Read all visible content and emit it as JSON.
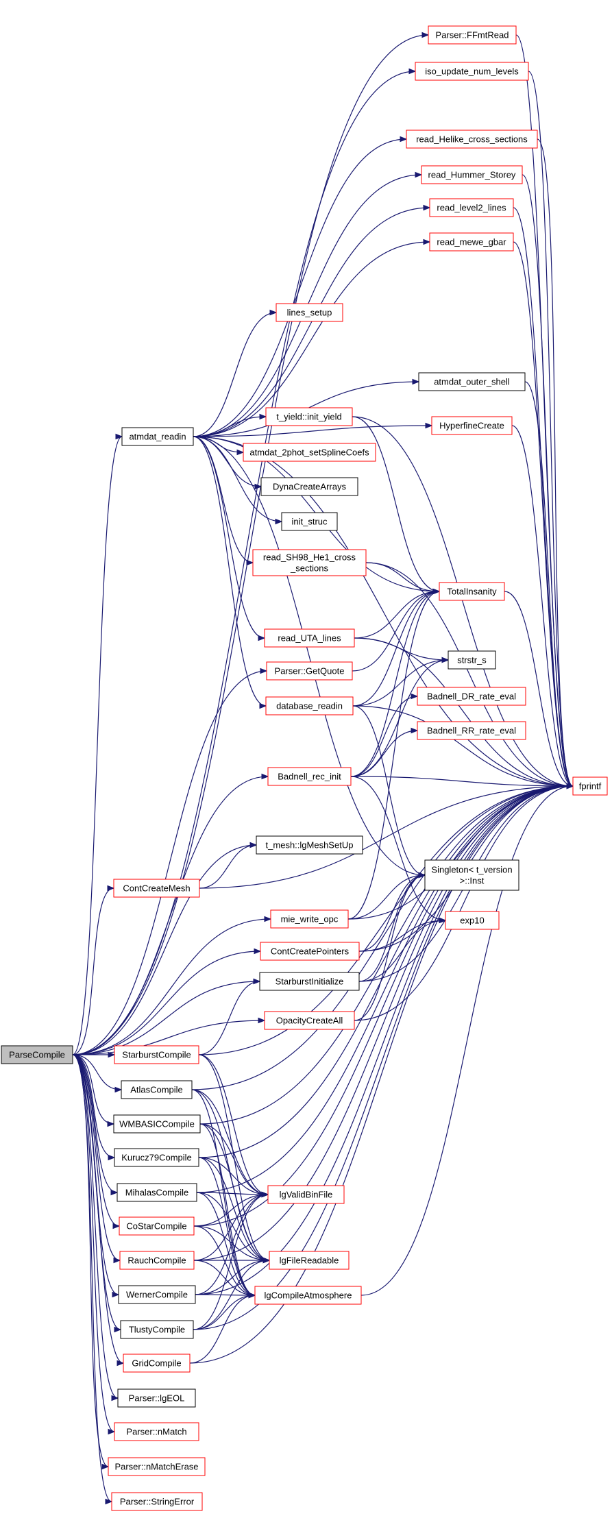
{
  "colors": {
    "edge": "#191970",
    "border_red": "#ff0000",
    "border_black": "#000000",
    "root_fill": "#bfbfbf",
    "node_fill": "#ffffff"
  },
  "nodes": [
    {
      "id": "ParseCompile",
      "lines": [
        "ParseCompile"
      ],
      "border": "black",
      "root": true
    },
    {
      "id": "atmdat_readin",
      "lines": [
        "atmdat_readin"
      ],
      "border": "black"
    },
    {
      "id": "FFmtRead",
      "lines": [
        "Parser::FFmtRead"
      ],
      "border": "red"
    },
    {
      "id": "iso_update_num_levels",
      "lines": [
        "iso_update_num_levels"
      ],
      "border": "red"
    },
    {
      "id": "read_Helike",
      "lines": [
        "read_Helike_cross_sections"
      ],
      "border": "red"
    },
    {
      "id": "read_Hummer",
      "lines": [
        "read_Hummer_Storey"
      ],
      "border": "red"
    },
    {
      "id": "read_level2",
      "lines": [
        "read_level2_lines"
      ],
      "border": "red"
    },
    {
      "id": "read_mewe",
      "lines": [
        "read_mewe_gbar"
      ],
      "border": "red"
    },
    {
      "id": "lines_setup",
      "lines": [
        "lines_setup"
      ],
      "border": "red"
    },
    {
      "id": "atmdat_outer_shell",
      "lines": [
        "atmdat_outer_shell"
      ],
      "border": "black"
    },
    {
      "id": "HyperfineCreate",
      "lines": [
        "HyperfineCreate"
      ],
      "border": "red"
    },
    {
      "id": "init_yield",
      "lines": [
        "t_yield::init_yield"
      ],
      "border": "red"
    },
    {
      "id": "atmdat_2phot",
      "lines": [
        "atmdat_2phot_setSplineCoefs"
      ],
      "border": "red"
    },
    {
      "id": "DynaCreateArrays",
      "lines": [
        "DynaCreateArrays"
      ],
      "border": "black"
    },
    {
      "id": "init_struc",
      "lines": [
        "init_struc"
      ],
      "border": "black"
    },
    {
      "id": "read_SH98",
      "lines": [
        "read_SH98_He1_cross",
        "_sections"
      ],
      "border": "red"
    },
    {
      "id": "TotalInsanity",
      "lines": [
        "TotalInsanity"
      ],
      "border": "red"
    },
    {
      "id": "read_UTA",
      "lines": [
        "read_UTA_lines"
      ],
      "border": "red"
    },
    {
      "id": "strstr_s",
      "lines": [
        "strstr_s"
      ],
      "border": "black"
    },
    {
      "id": "GetQuote",
      "lines": [
        "Parser::GetQuote"
      ],
      "border": "red"
    },
    {
      "id": "database_readin",
      "lines": [
        "database_readin"
      ],
      "border": "red"
    },
    {
      "id": "Badnell_DR",
      "lines": [
        "Badnell_DR_rate_eval"
      ],
      "border": "red"
    },
    {
      "id": "Badnell_RR",
      "lines": [
        "Badnell_RR_rate_eval"
      ],
      "border": "red"
    },
    {
      "id": "Badnell_rec_init",
      "lines": [
        "Badnell_rec_init"
      ],
      "border": "red"
    },
    {
      "id": "fprintf",
      "lines": [
        "fprintf"
      ],
      "border": "red"
    },
    {
      "id": "lgMeshSetUp",
      "lines": [
        "t_mesh::lgMeshSetUp"
      ],
      "border": "black"
    },
    {
      "id": "ContCreateMesh",
      "lines": [
        "ContCreateMesh"
      ],
      "border": "red"
    },
    {
      "id": "Singleton",
      "lines": [
        "Singleton< t_version",
        ">::Inst"
      ],
      "border": "black"
    },
    {
      "id": "mie_write_opc",
      "lines": [
        "mie_write_opc"
      ],
      "border": "red"
    },
    {
      "id": "exp10",
      "lines": [
        "exp10"
      ],
      "border": "red"
    },
    {
      "id": "ContCreatePointers",
      "lines": [
        "ContCreatePointers"
      ],
      "border": "red"
    },
    {
      "id": "StarburstInitialize",
      "lines": [
        "StarburstInitialize"
      ],
      "border": "black"
    },
    {
      "id": "OpacityCreateAll",
      "lines": [
        "OpacityCreateAll"
      ],
      "border": "red"
    },
    {
      "id": "StarburstCompile",
      "lines": [
        "StarburstCompile"
      ],
      "border": "red"
    },
    {
      "id": "AtlasCompile",
      "lines": [
        "AtlasCompile"
      ],
      "border": "black"
    },
    {
      "id": "WMBASICCompile",
      "lines": [
        "WMBASICCompile"
      ],
      "border": "black"
    },
    {
      "id": "Kurucz79Compile",
      "lines": [
        "Kurucz79Compile"
      ],
      "border": "black"
    },
    {
      "id": "MihalasCompile",
      "lines": [
        "MihalasCompile"
      ],
      "border": "black"
    },
    {
      "id": "lgValidBinFile",
      "lines": [
        "lgValidBinFile"
      ],
      "border": "red"
    },
    {
      "id": "CoStarCompile",
      "lines": [
        "CoStarCompile"
      ],
      "border": "red"
    },
    {
      "id": "RauchCompile",
      "lines": [
        "RauchCompile"
      ],
      "border": "red"
    },
    {
      "id": "lgFileReadable",
      "lines": [
        "lgFileReadable"
      ],
      "border": "red"
    },
    {
      "id": "WernerCompile",
      "lines": [
        "WernerCompile"
      ],
      "border": "black"
    },
    {
      "id": "lgCompileAtmosphere",
      "lines": [
        "lgCompileAtmosphere"
      ],
      "border": "red"
    },
    {
      "id": "TlustyCompile",
      "lines": [
        "TlustyCompile"
      ],
      "border": "black"
    },
    {
      "id": "GridCompile",
      "lines": [
        "GridCompile"
      ],
      "border": "red"
    },
    {
      "id": "lgEOL",
      "lines": [
        "Parser::lgEOL"
      ],
      "border": "black"
    },
    {
      "id": "nMatch",
      "lines": [
        "Parser::nMatch"
      ],
      "border": "red"
    },
    {
      "id": "nMatchErase",
      "lines": [
        "Parser::nMatchErase"
      ],
      "border": "red"
    },
    {
      "id": "StringError",
      "lines": [
        "Parser::StringError"
      ],
      "border": "red"
    }
  ],
  "edges": [
    [
      "ParseCompile",
      "atmdat_readin"
    ],
    [
      "ParseCompile",
      "FFmtRead"
    ],
    [
      "ParseCompile",
      "iso_update_num_levels"
    ],
    [
      "ParseCompile",
      "GetQuote"
    ],
    [
      "ParseCompile",
      "Badnell_rec_init"
    ],
    [
      "ParseCompile",
      "lgMeshSetUp"
    ],
    [
      "ParseCompile",
      "ContCreateMesh"
    ],
    [
      "ParseCompile",
      "mie_write_opc"
    ],
    [
      "ParseCompile",
      "ContCreatePointers"
    ],
    [
      "ParseCompile",
      "StarburstInitialize"
    ],
    [
      "ParseCompile",
      "OpacityCreateAll"
    ],
    [
      "ParseCompile",
      "StarburstCompile"
    ],
    [
      "ParseCompile",
      "AtlasCompile"
    ],
    [
      "ParseCompile",
      "WMBASICCompile"
    ],
    [
      "ParseCompile",
      "Kurucz79Compile"
    ],
    [
      "ParseCompile",
      "MihalasCompile"
    ],
    [
      "ParseCompile",
      "CoStarCompile"
    ],
    [
      "ParseCompile",
      "RauchCompile"
    ],
    [
      "ParseCompile",
      "WernerCompile"
    ],
    [
      "ParseCompile",
      "TlustyCompile"
    ],
    [
      "ParseCompile",
      "GridCompile"
    ],
    [
      "ParseCompile",
      "lgEOL"
    ],
    [
      "ParseCompile",
      "nMatch"
    ],
    [
      "ParseCompile",
      "nMatchErase"
    ],
    [
      "ParseCompile",
      "StringError"
    ],
    [
      "atmdat_readin",
      "read_Helike"
    ],
    [
      "atmdat_readin",
      "read_Hummer"
    ],
    [
      "atmdat_readin",
      "read_level2"
    ],
    [
      "atmdat_readin",
      "read_mewe"
    ],
    [
      "atmdat_readin",
      "lines_setup"
    ],
    [
      "atmdat_readin",
      "atmdat_outer_shell"
    ],
    [
      "atmdat_readin",
      "HyperfineCreate"
    ],
    [
      "atmdat_readin",
      "init_yield"
    ],
    [
      "atmdat_readin",
      "atmdat_2phot"
    ],
    [
      "atmdat_readin",
      "DynaCreateArrays"
    ],
    [
      "atmdat_readin",
      "init_struc"
    ],
    [
      "atmdat_readin",
      "read_SH98"
    ],
    [
      "atmdat_readin",
      "read_UTA"
    ],
    [
      "atmdat_readin",
      "database_readin"
    ],
    [
      "atmdat_readin",
      "fprintf"
    ],
    [
      "atmdat_readin",
      "Singleton"
    ],
    [
      "atmdat_readin",
      "TotalInsanity"
    ],
    [
      "FFmtRead",
      "fprintf"
    ],
    [
      "iso_update_num_levels",
      "fprintf"
    ],
    [
      "read_Helike",
      "fprintf"
    ],
    [
      "read_Hummer",
      "fprintf"
    ],
    [
      "read_level2",
      "fprintf"
    ],
    [
      "read_mewe",
      "fprintf"
    ],
    [
      "atmdat_outer_shell",
      "fprintf"
    ],
    [
      "HyperfineCreate",
      "fprintf"
    ],
    [
      "init_yield",
      "fprintf"
    ],
    [
      "init_yield",
      "TotalInsanity"
    ],
    [
      "read_SH98",
      "fprintf"
    ],
    [
      "read_SH98",
      "TotalInsanity"
    ],
    [
      "TotalInsanity",
      "fprintf"
    ],
    [
      "read_UTA",
      "TotalInsanity"
    ],
    [
      "read_UTA",
      "strstr_s"
    ],
    [
      "read_UTA",
      "fprintf"
    ],
    [
      "GetQuote",
      "TotalInsanity"
    ],
    [
      "database_readin",
      "TotalInsanity"
    ],
    [
      "database_readin",
      "strstr_s"
    ],
    [
      "database_readin",
      "Singleton"
    ],
    [
      "database_readin",
      "fprintf"
    ],
    [
      "Badnell_rec_init",
      "Badnell_DR"
    ],
    [
      "Badnell_rec_init",
      "Badnell_RR"
    ],
    [
      "Badnell_rec_init",
      "fprintf"
    ],
    [
      "Badnell_rec_init",
      "TotalInsanity"
    ],
    [
      "Badnell_rec_init",
      "exp10"
    ],
    [
      "Badnell_rec_init",
      "strstr_s"
    ],
    [
      "ContCreateMesh",
      "lgMeshSetUp"
    ],
    [
      "ContCreateMesh",
      "fprintf"
    ],
    [
      "mie_write_opc",
      "fprintf"
    ],
    [
      "mie_write_opc",
      "Singleton"
    ],
    [
      "mie_write_opc",
      "TotalInsanity"
    ],
    [
      "ContCreatePointers",
      "exp10"
    ],
    [
      "ContCreatePointers",
      "fprintf"
    ],
    [
      "ContCreatePointers",
      "Singleton"
    ],
    [
      "StarburstInitialize",
      "exp10"
    ],
    [
      "StarburstInitialize",
      "fprintf"
    ],
    [
      "StarburstInitialize",
      "Singleton"
    ],
    [
      "OpacityCreateAll",
      "fprintf"
    ],
    [
      "OpacityCreateAll",
      "Singleton"
    ],
    [
      "StarburstCompile",
      "StarburstInitialize"
    ],
    [
      "StarburstCompile",
      "lgValidBinFile"
    ],
    [
      "StarburstCompile",
      "lgFileReadable"
    ],
    [
      "StarburstCompile",
      "fprintf"
    ],
    [
      "AtlasCompile",
      "lgValidBinFile"
    ],
    [
      "AtlasCompile",
      "lgFileReadable"
    ],
    [
      "AtlasCompile",
      "lgCompileAtmosphere"
    ],
    [
      "AtlasCompile",
      "fprintf"
    ],
    [
      "WMBASICCompile",
      "lgValidBinFile"
    ],
    [
      "WMBASICCompile",
      "lgFileReadable"
    ],
    [
      "WMBASICCompile",
      "lgCompileAtmosphere"
    ],
    [
      "WMBASICCompile",
      "fprintf"
    ],
    [
      "Kurucz79Compile",
      "lgValidBinFile"
    ],
    [
      "Kurucz79Compile",
      "lgFileReadable"
    ],
    [
      "Kurucz79Compile",
      "lgCompileAtmosphere"
    ],
    [
      "Kurucz79Compile",
      "fprintf"
    ],
    [
      "MihalasCompile",
      "lgValidBinFile"
    ],
    [
      "MihalasCompile",
      "lgFileReadable"
    ],
    [
      "MihalasCompile",
      "lgCompileAtmosphere"
    ],
    [
      "MihalasCompile",
      "fprintf"
    ],
    [
      "CoStarCompile",
      "lgValidBinFile"
    ],
    [
      "CoStarCompile",
      "lgFileReadable"
    ],
    [
      "CoStarCompile",
      "lgCompileAtmosphere"
    ],
    [
      "CoStarCompile",
      "fprintf"
    ],
    [
      "RauchCompile",
      "lgValidBinFile"
    ],
    [
      "RauchCompile",
      "lgFileReadable"
    ],
    [
      "RauchCompile",
      "lgCompileAtmosphere"
    ],
    [
      "RauchCompile",
      "fprintf"
    ],
    [
      "WernerCompile",
      "lgValidBinFile"
    ],
    [
      "WernerCompile",
      "lgFileReadable"
    ],
    [
      "WernerCompile",
      "lgCompileAtmosphere"
    ],
    [
      "WernerCompile",
      "fprintf"
    ],
    [
      "TlustyCompile",
      "lgValidBinFile"
    ],
    [
      "TlustyCompile",
      "lgFileReadable"
    ],
    [
      "TlustyCompile",
      "lgCompileAtmosphere"
    ],
    [
      "TlustyCompile",
      "fprintf"
    ],
    [
      "GridCompile",
      "lgCompileAtmosphere"
    ],
    [
      "GridCompile",
      "fprintf"
    ],
    [
      "lgCompileAtmosphere",
      "fprintf"
    ]
  ]
}
